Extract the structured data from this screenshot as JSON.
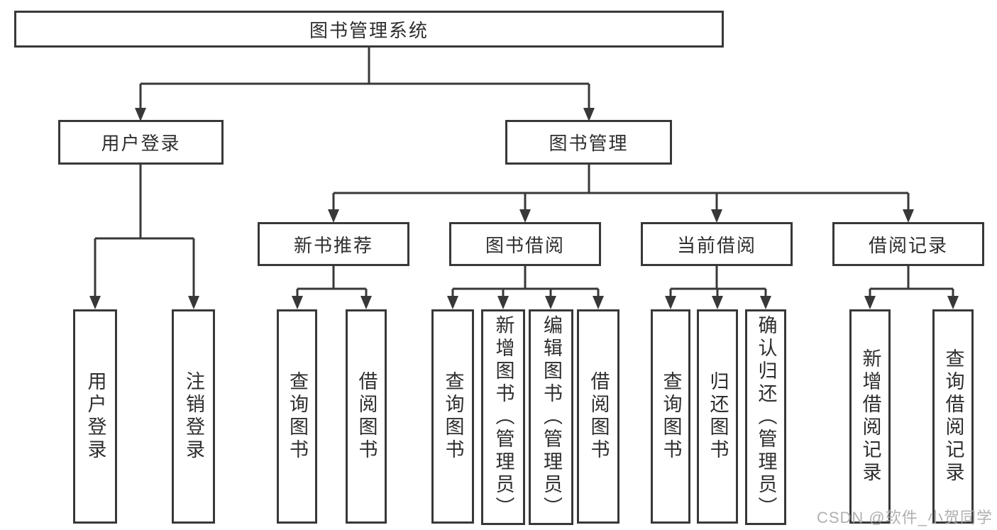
{
  "diagram": {
    "root": {
      "label": "图书管理系统"
    },
    "branches": [
      {
        "label": "用户登录",
        "children": [
          {
            "label": "用户登录"
          },
          {
            "label": "注销登录"
          }
        ]
      },
      {
        "label": "图书管理",
        "groups": [
          {
            "label": "新书推荐",
            "children": [
              {
                "label": "查询图书"
              },
              {
                "label": "借阅图书"
              }
            ]
          },
          {
            "label": "图书借阅",
            "children": [
              {
                "label": "查询图书"
              },
              {
                "label": "新增图书（管理员）"
              },
              {
                "label": "编辑图书（管理员）"
              },
              {
                "label": "借阅图书"
              }
            ]
          },
          {
            "label": "当前借阅",
            "children": [
              {
                "label": "查询图书"
              },
              {
                "label": "归还图书"
              },
              {
                "label": "确认归还（管理员）"
              }
            ]
          },
          {
            "label": "借阅记录",
            "children": [
              {
                "label": "新增借阅记录"
              },
              {
                "label": "查询借阅记录"
              }
            ]
          }
        ]
      }
    ],
    "watermark": "CSDN @软件_小贺同学",
    "colors": {
      "line": "#383838",
      "text": "#2e2e2e",
      "background": "#ffffff",
      "watermark": "#aaaaaa"
    }
  }
}
